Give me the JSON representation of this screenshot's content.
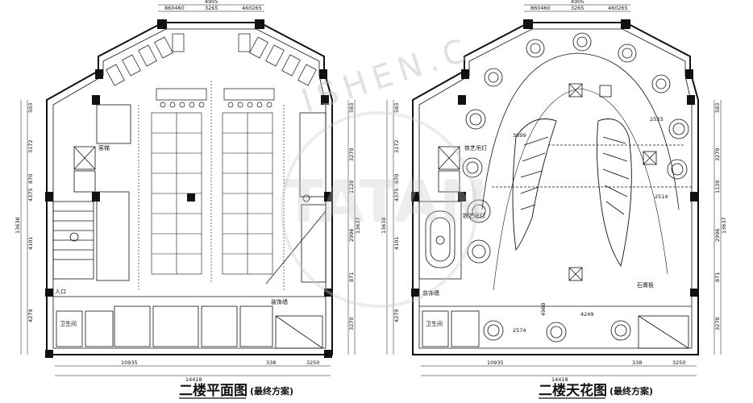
{
  "watermark": {
    "arc_text": "ISHEN.C",
    "big_text": "TATAN"
  },
  "left": {
    "title": "二楼平面图",
    "subtitle": "(最终方案)",
    "top_dims": [
      "860460",
      "3265",
      "460265"
    ],
    "top_total": "4905",
    "bottom_dims": [
      "10935",
      "338",
      "3250"
    ],
    "bottom_total": "14418",
    "left_dims": [
      "503",
      "3172",
      "870",
      "4375",
      "13638",
      "4101",
      "4279"
    ],
    "right_dims": [
      "583",
      "3270",
      "1120",
      "2996",
      "13637",
      "871",
      "3270"
    ],
    "labels": {
      "lift": "客梯",
      "entrance": "入口",
      "deco": "装饰墙",
      "toilet": "卫生间"
    }
  },
  "right": {
    "title": "二楼天花图",
    "subtitle": "(最终方案)",
    "top_dims": [
      "860460",
      "3265",
      "460265"
    ],
    "top_total": "4905",
    "bottom_dims": [
      "10935",
      "338",
      "3250"
    ],
    "bottom_total": "14418",
    "left_dims": [
      "583",
      "3172",
      "870",
      "4375",
      "13638",
      "4101",
      "4279"
    ],
    "right_dims": [
      "583",
      "3270",
      "1120",
      "2996",
      "13637",
      "871",
      "3270"
    ],
    "labels": {
      "lamp1": "铁艺吊灯",
      "lamp2": "铁艺吊灯",
      "plaster": "石膏板",
      "deco": "装饰墙",
      "toilet": "卫生间",
      "d1": "3699",
      "d2": "2533",
      "d3": "2514",
      "d4": "2574",
      "d5": "4960",
      "d6": "4249"
    }
  }
}
